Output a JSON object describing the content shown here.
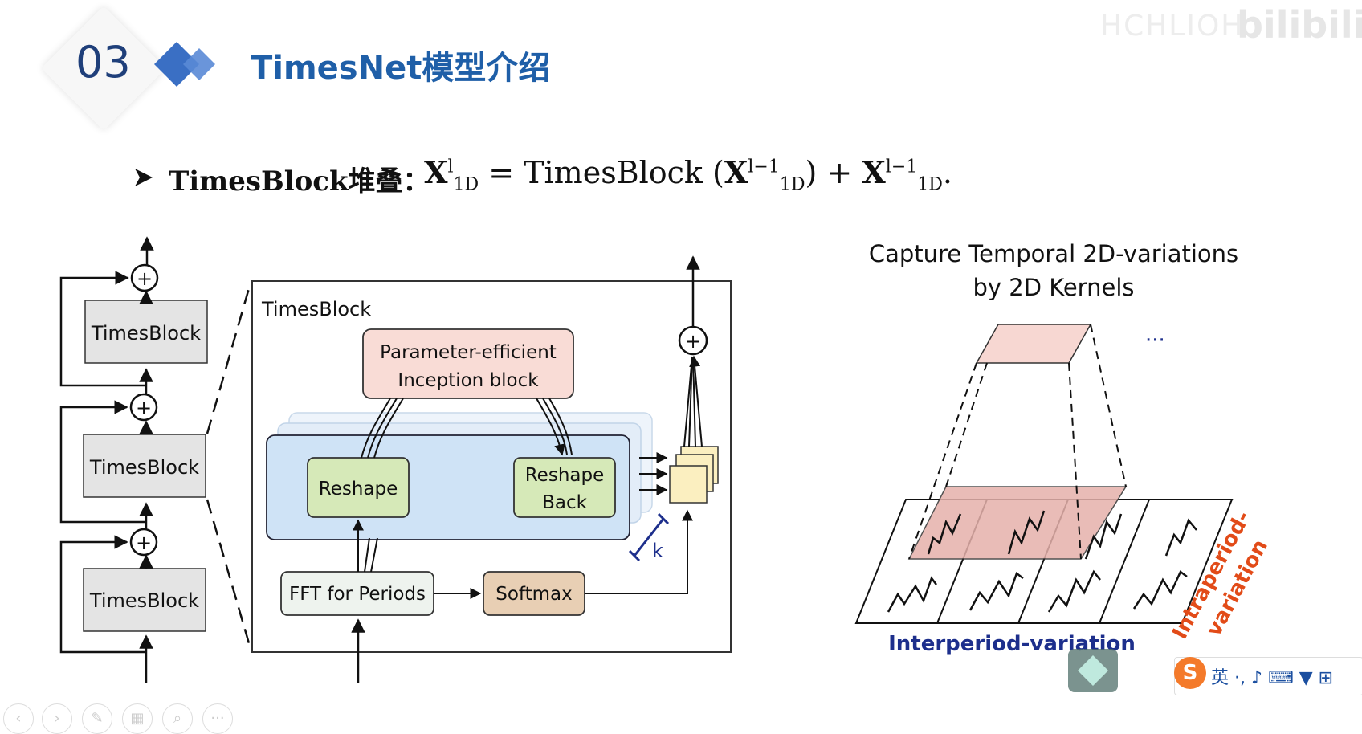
{
  "header": {
    "section_number": "03",
    "title": "TimesNet模型介绍"
  },
  "formula_line": {
    "bullet_label": "TimesBlock堆叠：",
    "lhs": "X",
    "lhs_sup": "l",
    "lhs_sub": "1D",
    "eq": " = TimesBlock (",
    "arg": "X",
    "arg_sup": "l−1",
    "arg_sub": "1D",
    "plus": ") + ",
    "res": "X",
    "res_sup": "l−1",
    "res_sub": "1D",
    "end": "."
  },
  "stack_diagram": {
    "blocks": [
      "TimesBlock",
      "TimesBlock",
      "TimesBlock"
    ],
    "adder_symbol": "+"
  },
  "detail_diagram": {
    "frame_title": "TimesBlock",
    "inception_line1": "Parameter-efficient",
    "inception_line2": "Inception block",
    "reshape": "Reshape",
    "reshape_back_line1": "Reshape",
    "reshape_back_line2": "Back",
    "fft": "FFT for Periods",
    "softmax": "Softmax",
    "k_label": "k",
    "adder_symbol": "+"
  },
  "right_diagram": {
    "title_line1": "Capture Temporal 2D-variations",
    "title_line2": "by 2D Kernels",
    "ellipsis": "···",
    "interperiod": "Interperiod-variation",
    "intraperiod_line1": "Intraperiod-",
    "intraperiod_line2": "variation"
  },
  "overlays": {
    "watermark": "HCHLIOH",
    "watermark_logo": "bilibili",
    "ime_badge": "S",
    "ime_lang": "英 ·, ♪ ⌨ ▼ ⊞",
    "nav_prev": "‹",
    "nav_next": "›",
    "nav_pen": "✎",
    "nav_grid": "▦",
    "nav_zoom": "⌕",
    "nav_more": "···"
  },
  "colors": {
    "title_blue": "#1f5fa8",
    "diamond_blue": "#3a6fc4",
    "inception_pink": "#f9dcd6",
    "reshape_green": "#d6e9b8",
    "block_blue": "#cfe3f6",
    "softmax_tan": "#e8cfb4",
    "output_yellow": "#fbefc0",
    "patch_pink": "#e6b1ab",
    "interperiod_blue": "#1d2f8c",
    "intraperiod_orange": "#e24b18"
  }
}
